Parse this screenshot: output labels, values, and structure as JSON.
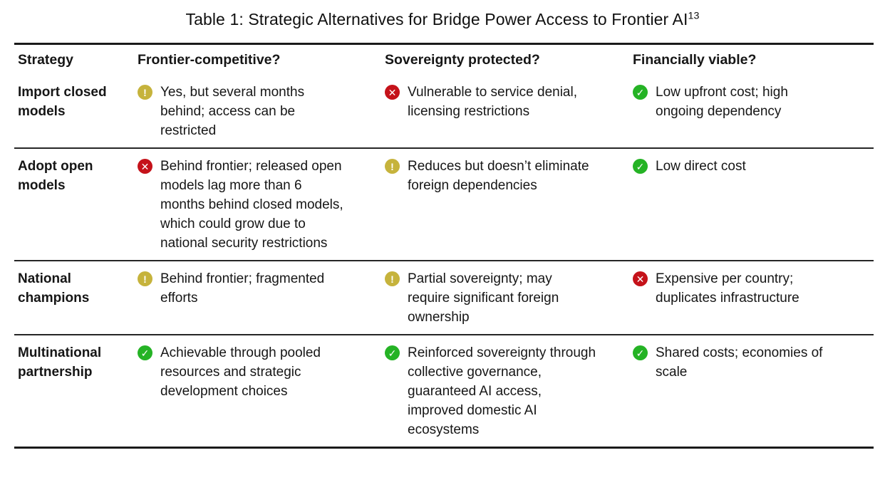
{
  "title": {
    "text": "Table 1: Strategic Alternatives for Bridge Power Access to Frontier AI",
    "superscript": "13"
  },
  "icons": {
    "warning": {
      "glyph": "!",
      "color": "#c6b33c",
      "name": "warning-icon"
    },
    "cross": {
      "glyph": "✕",
      "color": "#c5121a",
      "name": "cross-icon"
    },
    "check": {
      "glyph": "✓",
      "color": "#25b325",
      "name": "check-icon"
    }
  },
  "table": {
    "headers": [
      "Strategy",
      "Frontier-competitive?",
      "Sovereignty protected?",
      "Financially viable?"
    ],
    "rows": [
      {
        "strategy": "Import closed models",
        "cells": [
          {
            "icon": "warning",
            "text": "Yes, but several months behind; access can be restricted"
          },
          {
            "icon": "cross",
            "text": "Vulnerable to service denial, licensing restrictions"
          },
          {
            "icon": "check",
            "text": "Low upfront cost; high ongoing dependency"
          }
        ]
      },
      {
        "strategy": "Adopt open models",
        "cells": [
          {
            "icon": "cross",
            "text": "Behind frontier; released open models lag more than 6 months behind closed models, which could grow due to national security restrictions"
          },
          {
            "icon": "warning",
            "text": "Reduces but doesn’t eliminate foreign dependencies"
          },
          {
            "icon": "check",
            "text": "Low direct cost"
          }
        ]
      },
      {
        "strategy": "National champions",
        "cells": [
          {
            "icon": "warning",
            "text": "Behind frontier; fragmented efforts"
          },
          {
            "icon": "warning",
            "text": "Partial sovereignty; may require significant foreign ownership"
          },
          {
            "icon": "cross",
            "text": "Expensive per country; duplicates infrastructure"
          }
        ]
      },
      {
        "strategy": "Multinational partnership",
        "cells": [
          {
            "icon": "check",
            "text": "Achievable through pooled resources and strategic development choices"
          },
          {
            "icon": "check",
            "text": "Reinforced sovereignty through collective governance, guaranteed AI access, improved domestic AI ecosystems"
          },
          {
            "icon": "check",
            "text": "Shared costs; economies of scale"
          }
        ]
      }
    ]
  }
}
